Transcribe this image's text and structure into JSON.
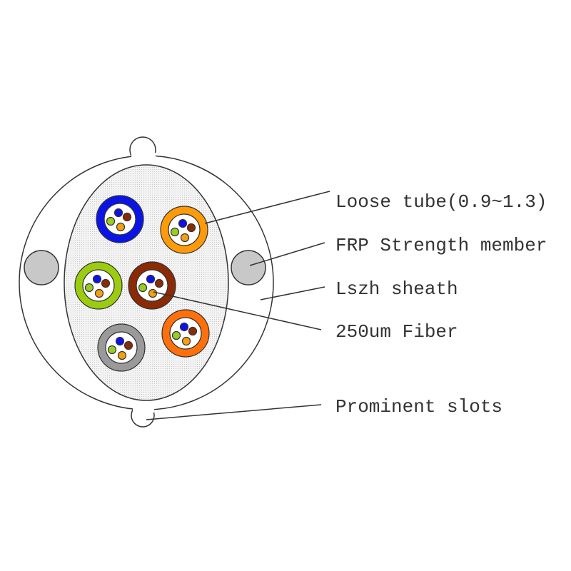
{
  "labels": {
    "loose_tube": "Loose tube(0.9~1.3)",
    "frp": "FRP Strength member",
    "sheath": "Lszh sheath",
    "fiber": "250um Fiber",
    "slots": "Prominent slots"
  },
  "colors": {
    "tubes": [
      "#0a14e6",
      "#ff9a0a",
      "#9ccc10",
      "#8b2a05",
      "#9a9a9a",
      "#ff700a"
    ],
    "fibers": {
      "blue": "#1010ee",
      "brown": "#8b2a05",
      "green": "#99cc22",
      "orange": "#f5a010"
    },
    "strength_member": "#c8c8c8",
    "core_fill": "#ececec"
  }
}
